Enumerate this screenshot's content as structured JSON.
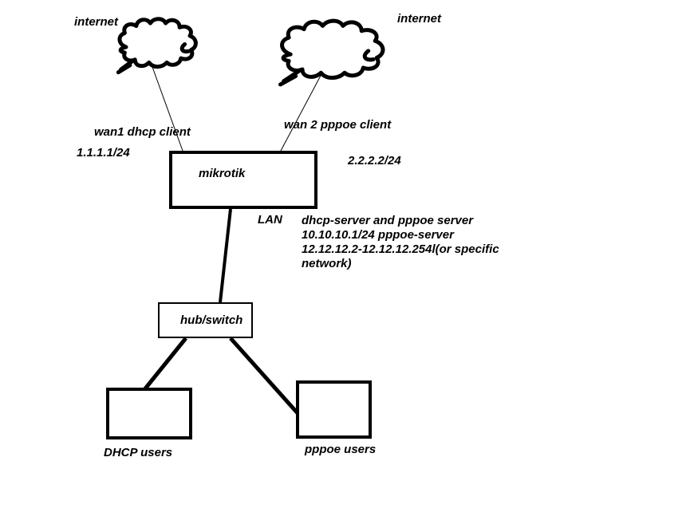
{
  "diagram": {
    "colors": {
      "ink": "#000000",
      "background": "#ffffff"
    },
    "clouds": [
      {
        "label": "internet"
      },
      {
        "label": "internet"
      }
    ],
    "wan1": {
      "label": "wan1 dhcp client",
      "ip": "1.1.1.1/24"
    },
    "wan2": {
      "label": "wan 2 pppoe client",
      "ip": "2.2.2.2/24"
    },
    "nodes": {
      "router": {
        "label": "mikrotik"
      },
      "hub": {
        "label": "hub/switch"
      },
      "dhcp_users": {
        "label": "DHCP users"
      },
      "pppoe_users": {
        "label": "pppoe users"
      }
    },
    "lan": {
      "label": "LAN",
      "note_lines": {
        "0": "dhcp-server and pppoe server",
        "1": "10.10.10.1/24 pppoe-server",
        "2": "12.12.12.2-12.12.12.254l(or specific",
        "3": "network)"
      }
    }
  }
}
